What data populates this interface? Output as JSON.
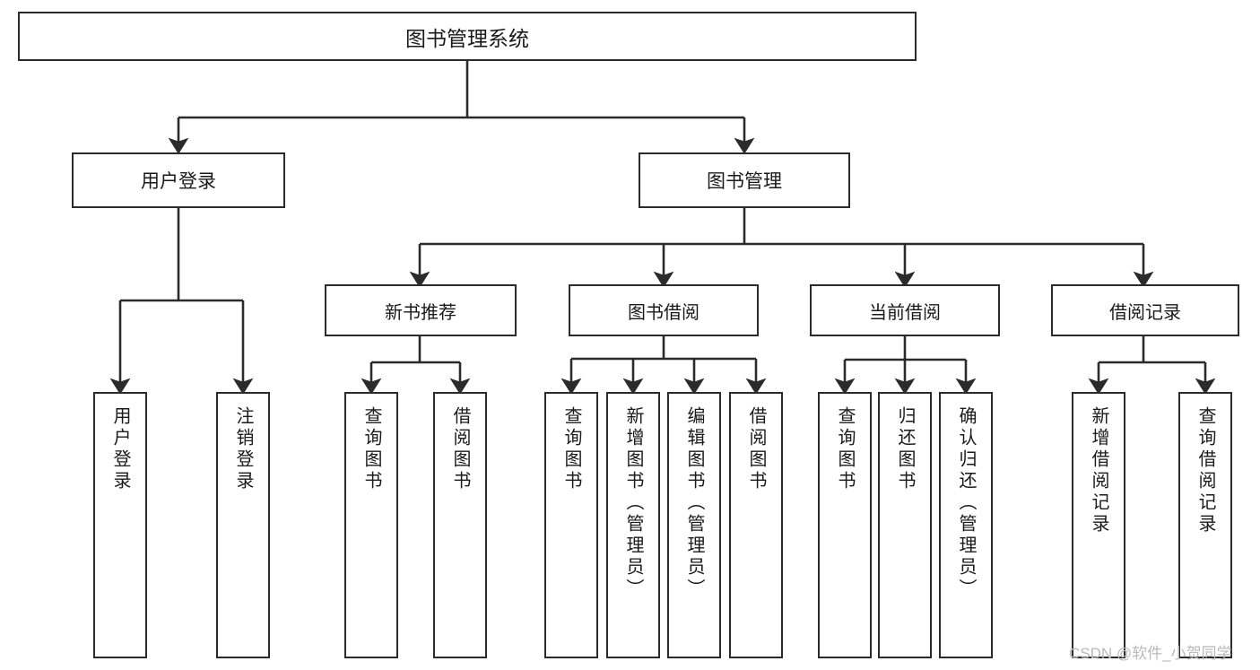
{
  "diagram": {
    "title": "图书管理系统",
    "root": {
      "label": "图书管理系统"
    },
    "level2": [
      {
        "label": "用户登录"
      },
      {
        "label": "图书管理"
      }
    ],
    "level3": [
      {
        "label": "新书推荐"
      },
      {
        "label": "图书借阅"
      },
      {
        "label": "当前借阅"
      },
      {
        "label": "借阅记录"
      }
    ],
    "leaves": {
      "user_login": [
        {
          "label": "用户登录"
        },
        {
          "label": "注销登录"
        }
      ],
      "new_book": [
        {
          "label": "查询图书"
        },
        {
          "label": "借阅图书"
        }
      ],
      "book_borrow": [
        {
          "label": "查询图书"
        },
        {
          "label": "新增图书（管理员）"
        },
        {
          "label": "编辑图书（管理员）"
        },
        {
          "label": "借阅图书"
        }
      ],
      "current_borrow": [
        {
          "label": "查询图书"
        },
        {
          "label": "归还图书"
        },
        {
          "label": "确认归还（管理员）"
        }
      ],
      "borrow_record": [
        {
          "label": "新增借阅记录"
        },
        {
          "label": "查询借阅记录"
        }
      ]
    }
  },
  "watermark": {
    "text": "CSDN @软件_小贺同学"
  },
  "colors": {
    "stroke": "#2b2b2b",
    "background": "#ffffff",
    "text": "#1a1a1a",
    "watermark": "#b9b9b9"
  }
}
